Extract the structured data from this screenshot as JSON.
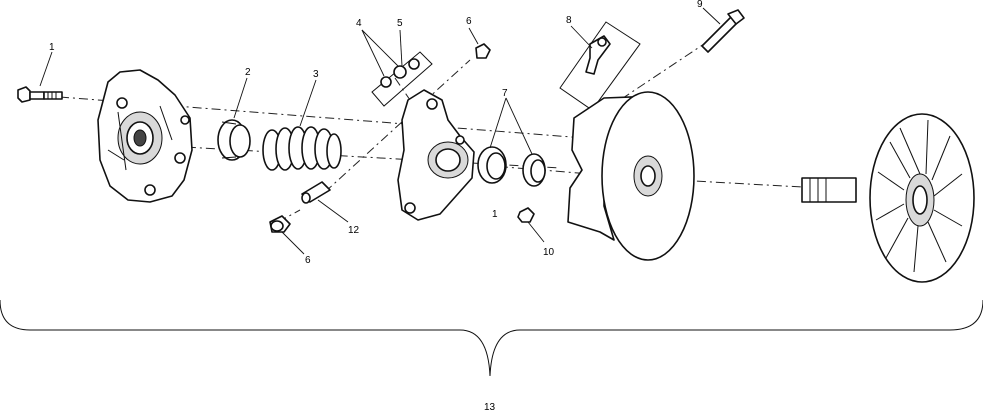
{
  "callouts": {
    "c1": "1",
    "c2": "2",
    "c3": "3",
    "c4": "4",
    "c5": "5",
    "c6a": "6",
    "c6b": "6",
    "c7": "7",
    "c8": "8",
    "c9": "9",
    "c10": "10",
    "c11": "1",
    "c12": "12",
    "c13": "13"
  }
}
